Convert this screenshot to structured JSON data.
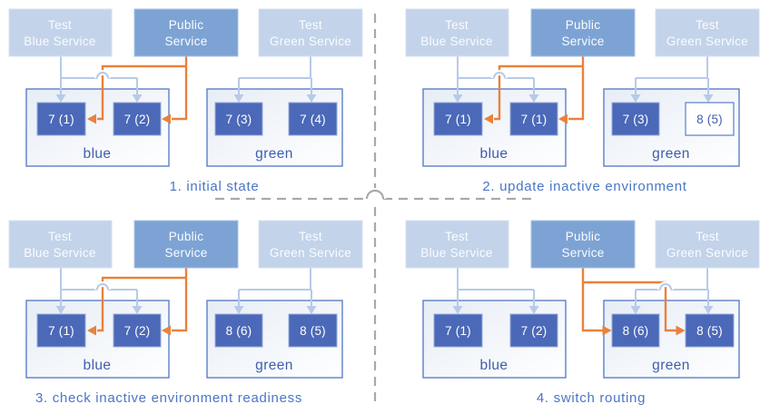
{
  "colors": {
    "service_box_light": "#c3d3ea",
    "service_box_medium": "#7da3d4",
    "pod_fill": "#4b69b8",
    "pod_new_outline": "#5b7fc7",
    "environment_border": "#5b7fc7",
    "connector_service": "#b7cae8",
    "connector_public": "#e8823c",
    "divider_dashed": "#a9a9a9",
    "caption_text": "#4a76c6",
    "environment_label_text": "#3e5fae"
  },
  "panels": [
    {
      "caption": "1. initial state",
      "services": [
        {
          "line1": "Test",
          "line2": "Blue Service"
        },
        {
          "line1": "Public",
          "line2": "Service"
        },
        {
          "line1": "Test",
          "line2": "Green Service"
        }
      ],
      "environments": [
        {
          "label": "blue",
          "pods": [
            {
              "label": "7 (1)",
              "style": "filled"
            },
            {
              "label": "7 (2)",
              "style": "filled"
            }
          ]
        },
        {
          "label": "green",
          "pods": [
            {
              "label": "7 (3)",
              "style": "filled"
            },
            {
              "label": "7 (4)",
              "style": "filled"
            }
          ]
        }
      ],
      "public_service_routes_to": "blue"
    },
    {
      "caption": "2. update inactive environment",
      "services": [
        {
          "line1": "Test",
          "line2": "Blue Service"
        },
        {
          "line1": "Public",
          "line2": "Service"
        },
        {
          "line1": "Test",
          "line2": "Green Service"
        }
      ],
      "environments": [
        {
          "label": "blue",
          "pods": [
            {
              "label": "7 (1)",
              "style": "filled"
            },
            {
              "label": "7 (1)",
              "style": "filled"
            }
          ]
        },
        {
          "label": "green",
          "pods": [
            {
              "label": "7 (3)",
              "style": "filled"
            },
            {
              "label": "8 (5)",
              "style": "outline"
            }
          ]
        }
      ],
      "public_service_routes_to": "blue"
    },
    {
      "caption": "3. check inactive environment readiness",
      "services": [
        {
          "line1": "Test",
          "line2": "Blue Service"
        },
        {
          "line1": "Public",
          "line2": "Service"
        },
        {
          "line1": "Test",
          "line2": "Green Service"
        }
      ],
      "environments": [
        {
          "label": "blue",
          "pods": [
            {
              "label": "7 (1)",
              "style": "filled"
            },
            {
              "label": "7 (2)",
              "style": "filled"
            }
          ]
        },
        {
          "label": "green",
          "pods": [
            {
              "label": "8 (6)",
              "style": "filled"
            },
            {
              "label": "8 (5)",
              "style": "filled"
            }
          ]
        }
      ],
      "public_service_routes_to": "blue"
    },
    {
      "caption": "4. switch routing",
      "services": [
        {
          "line1": "Test",
          "line2": "Blue Service"
        },
        {
          "line1": "Public",
          "line2": "Service"
        },
        {
          "line1": "Test",
          "line2": "Green Service"
        }
      ],
      "environments": [
        {
          "label": "blue",
          "pods": [
            {
              "label": "7 (1)",
              "style": "filled"
            },
            {
              "label": "7 (2)",
              "style": "filled"
            }
          ]
        },
        {
          "label": "green",
          "pods": [
            {
              "label": "8 (6)",
              "style": "filled"
            },
            {
              "label": "8 (5)",
              "style": "filled"
            }
          ]
        }
      ],
      "public_service_routes_to": "green"
    }
  ]
}
